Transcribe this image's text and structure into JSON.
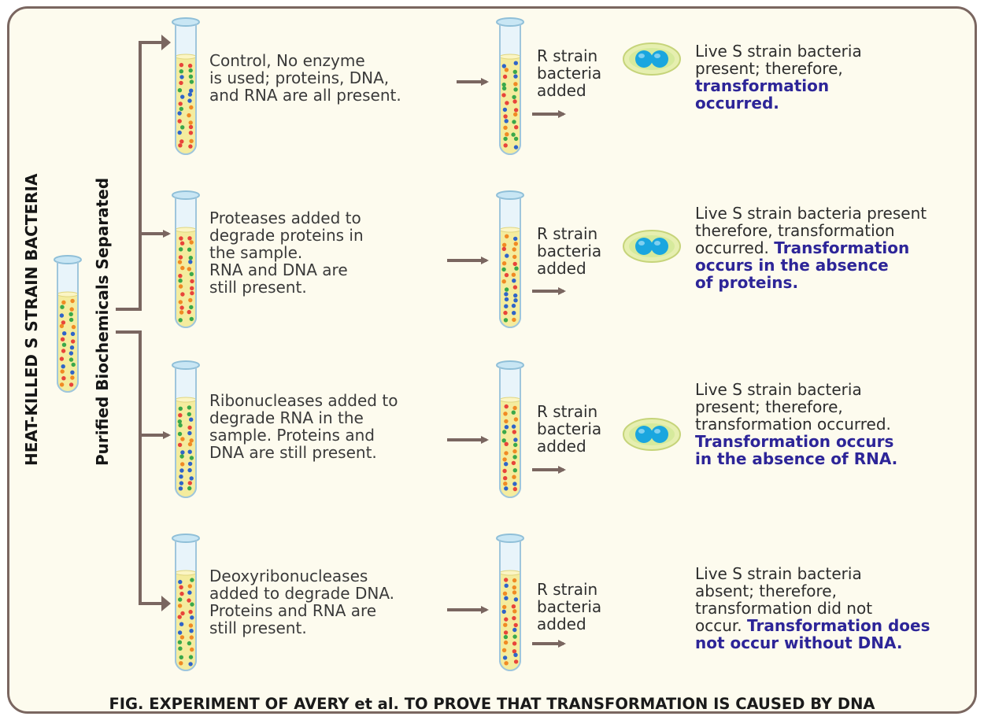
{
  "diagram": {
    "source_label": "HEAT-KILLED S STRAIN BACTERIA",
    "split_label": "Purified Biochemicals Separated",
    "added_text": [
      "R strain",
      "bacteria",
      "added"
    ],
    "caption": "FIG. EXPERIMENT OF AVERY et al. TO PROVE THAT TRANSFORMATION IS CAUSED BY DNA",
    "colors": {
      "frame": "#7a6660",
      "arrow": "#7a6660",
      "highlight": "#2d2598",
      "tube_fluid": "#f4ec9e",
      "bacterium": "#1aa6df"
    },
    "rows": [
      {
        "description": [
          "Control, No enzyme",
          "is used; proteins, DNA,",
          "and RNA are all present."
        ],
        "result_plain": [
          "Live S strain bacteria",
          "present; therefore,"
        ],
        "result_bold": [
          "transformation",
          "occurred."
        ],
        "bacteria_present": true
      },
      {
        "description": [
          "Proteases added to",
          "degrade proteins in",
          "the sample.",
          "RNA and DNA are",
          "still present."
        ],
        "result_plain": [
          "Live S strain bacteria present",
          "therefore, transformation",
          "occurred."
        ],
        "result_bold": [
          "Transformation",
          "occurs in the absence",
          "of proteins."
        ],
        "bacteria_present": true
      },
      {
        "description": [
          "Ribonucleases added to",
          "degrade RNA in the",
          "sample. Proteins and",
          "DNA are still present."
        ],
        "result_plain": [
          "Live S strain bacteria",
          "present; therefore,",
          "transformation occurred."
        ],
        "result_bold": [
          "Transformation occurs",
          "in the absence of RNA."
        ],
        "bacteria_present": true
      },
      {
        "description": [
          "Deoxyribonucleases",
          "added to degrade DNA.",
          "Proteins and RNA are",
          "still present."
        ],
        "result_plain": [
          "Live S strain bacteria",
          "absent; therefore,",
          "transformation did not",
          "occur."
        ],
        "result_bold": [
          "Transformation does",
          "not occur without DNA."
        ],
        "bacteria_present": false
      }
    ]
  }
}
